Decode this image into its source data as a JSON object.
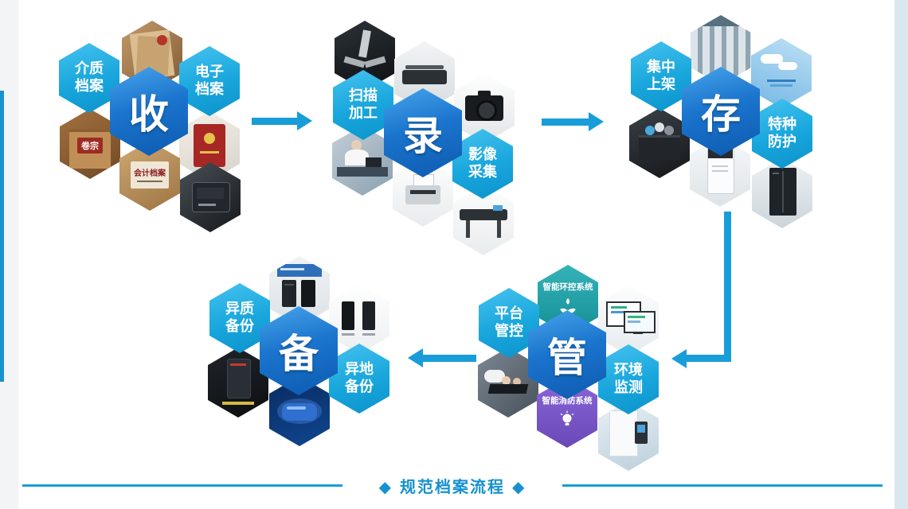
{
  "caption": "◆ 规范档案流程 ◆",
  "clusters": {
    "collect": {
      "center": "收",
      "labels": {
        "media": "介质档案",
        "electronic": "电子档案"
      },
      "photo_texts": {
        "dossier": "卷宗",
        "accounting": "会计档案"
      }
    },
    "record": {
      "center": "录",
      "labels": {
        "scan": "扫描加工",
        "capture": "影像采集"
      }
    },
    "store": {
      "center": "存",
      "labels": {
        "shelving": "集中上架",
        "protection": "特种防护"
      }
    },
    "manage": {
      "center": "管",
      "labels": {
        "platform": "平台管控",
        "monitor": "环境监测"
      },
      "systems": {
        "env": "智能环控系统",
        "fire": "智能消防系统"
      }
    },
    "backup": {
      "center": "备",
      "labels": {
        "hetero": "异质备份",
        "offsite": "异地备份"
      }
    }
  },
  "colors": {
    "accent_blue": "#189dd9",
    "center_hex_blue": "#1b74cd",
    "label_hex_blue": "#18a6dc",
    "system_teal": "#23a4aa",
    "system_purple": "#7a5bc0"
  },
  "icons": {
    "env_system": "hands-sprout-icon",
    "fire_system": "lightbulb-icon"
  }
}
